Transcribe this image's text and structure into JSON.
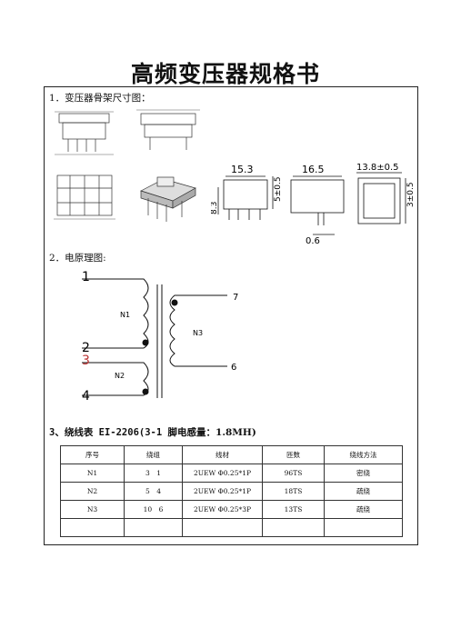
{
  "doc": {
    "title": "高频变压器规格书",
    "section1_label": "1．变压器骨架尺寸图：",
    "section2_label": "2．电原理图:",
    "section3_label_prefix": "3、绕线表 EI-2206(3-1 脚电感量：",
    "section3_label_value": "1.8MH)"
  },
  "dims": {
    "top_view": [
      "15.3",
      "16.5",
      "13.8±0.5"
    ],
    "heights": [
      "5±0.5",
      "3±0.5"
    ],
    "side": [
      "8.3",
      "0.6"
    ]
  },
  "schematic": {
    "pins": [
      "1",
      "2",
      "3",
      "4",
      "7",
      "6"
    ],
    "windings": [
      "N1",
      "N2",
      "N3"
    ]
  },
  "winding_table": {
    "headers": [
      "序号",
      "绕组",
      "线材",
      "匝数",
      "绕线方法"
    ],
    "rows": [
      [
        "N1",
        "3　1",
        "2UEW Φ0.25*1P",
        "96TS",
        "密绕"
      ],
      [
        "N2",
        "5　4",
        "2UEW Φ0.25*1P",
        "18TS",
        "疏绕"
      ],
      [
        "N3",
        "10　6",
        "2UEW Φ0.25*3P",
        "13TS",
        "疏绕"
      ],
      [
        "",
        "",
        "",
        "",
        ""
      ]
    ]
  }
}
